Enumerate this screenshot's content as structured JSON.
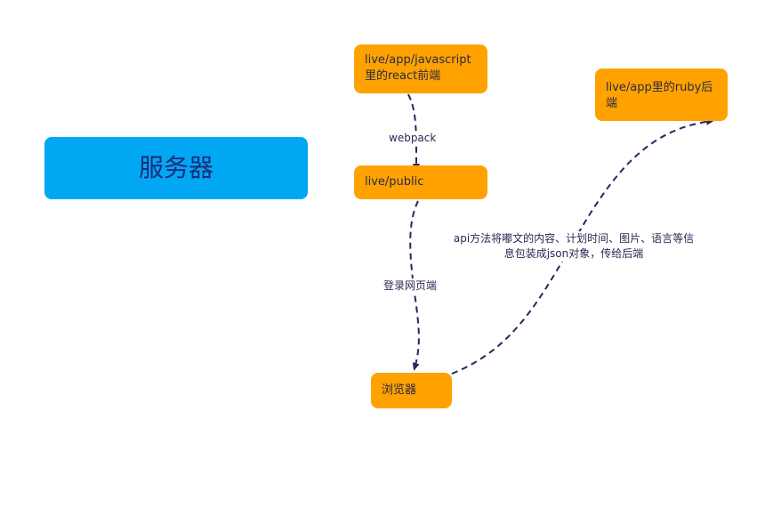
{
  "diagram": {
    "colors": {
      "node_fill": "#ffa200",
      "server_fill": "#02a7f3",
      "server_text": "#1a2a78",
      "edge_stroke": "#26285a",
      "text": "#2a2a44"
    },
    "nodes": {
      "server": {
        "label": "服务器"
      },
      "react_frontend": {
        "line1": "live/app/javascript",
        "line2": "里的react前端"
      },
      "ruby_backend": {
        "line1": "live/app里的ruby后",
        "line2": "端"
      },
      "public": {
        "label": "live/public"
      },
      "browser": {
        "label": "浏览器"
      }
    },
    "edges": [
      {
        "from": "react_frontend",
        "to": "public",
        "label": "webpack",
        "style": "dashed"
      },
      {
        "from": "public",
        "to": "browser",
        "label": "登录网页端",
        "style": "dashed"
      },
      {
        "from": "browser",
        "to": "ruby_backend",
        "label_line1": "api方法将嘟文的内容、计划时间、图片、语言等信",
        "label_line2": "息包装成json对象，传给后端",
        "style": "dashed"
      }
    ]
  }
}
